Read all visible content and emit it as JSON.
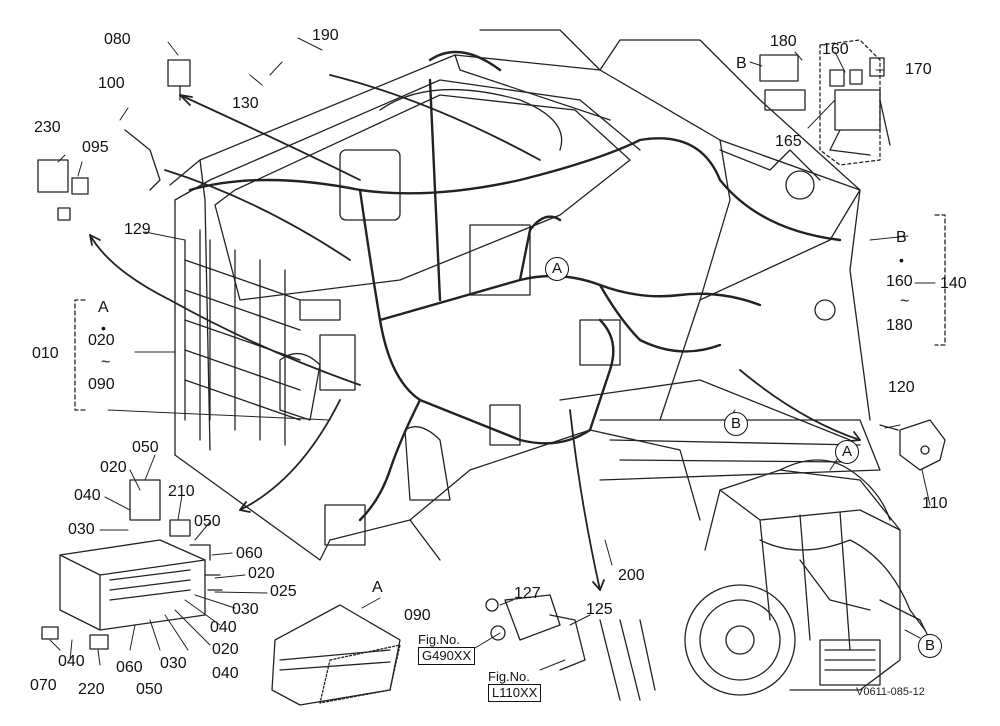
{
  "diagram": {
    "code": "V0611-085-12",
    "parts": {
      "p010": "010",
      "p020": "020",
      "p025": "025",
      "p030": "030",
      "p040": "040",
      "p050": "050",
      "p060": "060",
      "p070": "070",
      "p080": "080",
      "p090": "090",
      "p095": "095",
      "p100": "100",
      "p110": "110",
      "p120": "120",
      "p125": "125",
      "p127": "127",
      "p129": "129",
      "p130": "130",
      "p140": "140",
      "p160": "160",
      "p165": "165",
      "p170": "170",
      "p180": "180",
      "p190": "190",
      "p200": "200",
      "p210": "210",
      "p220": "220",
      "p230": "230"
    },
    "refs": {
      "A": "A",
      "B": "B",
      "dot": "•",
      "tilde": "~"
    },
    "figures": [
      {
        "label": "Fig.No.",
        "value": "G490XX"
      },
      {
        "label": "Fig.No.",
        "value": "L110XX"
      }
    ]
  }
}
